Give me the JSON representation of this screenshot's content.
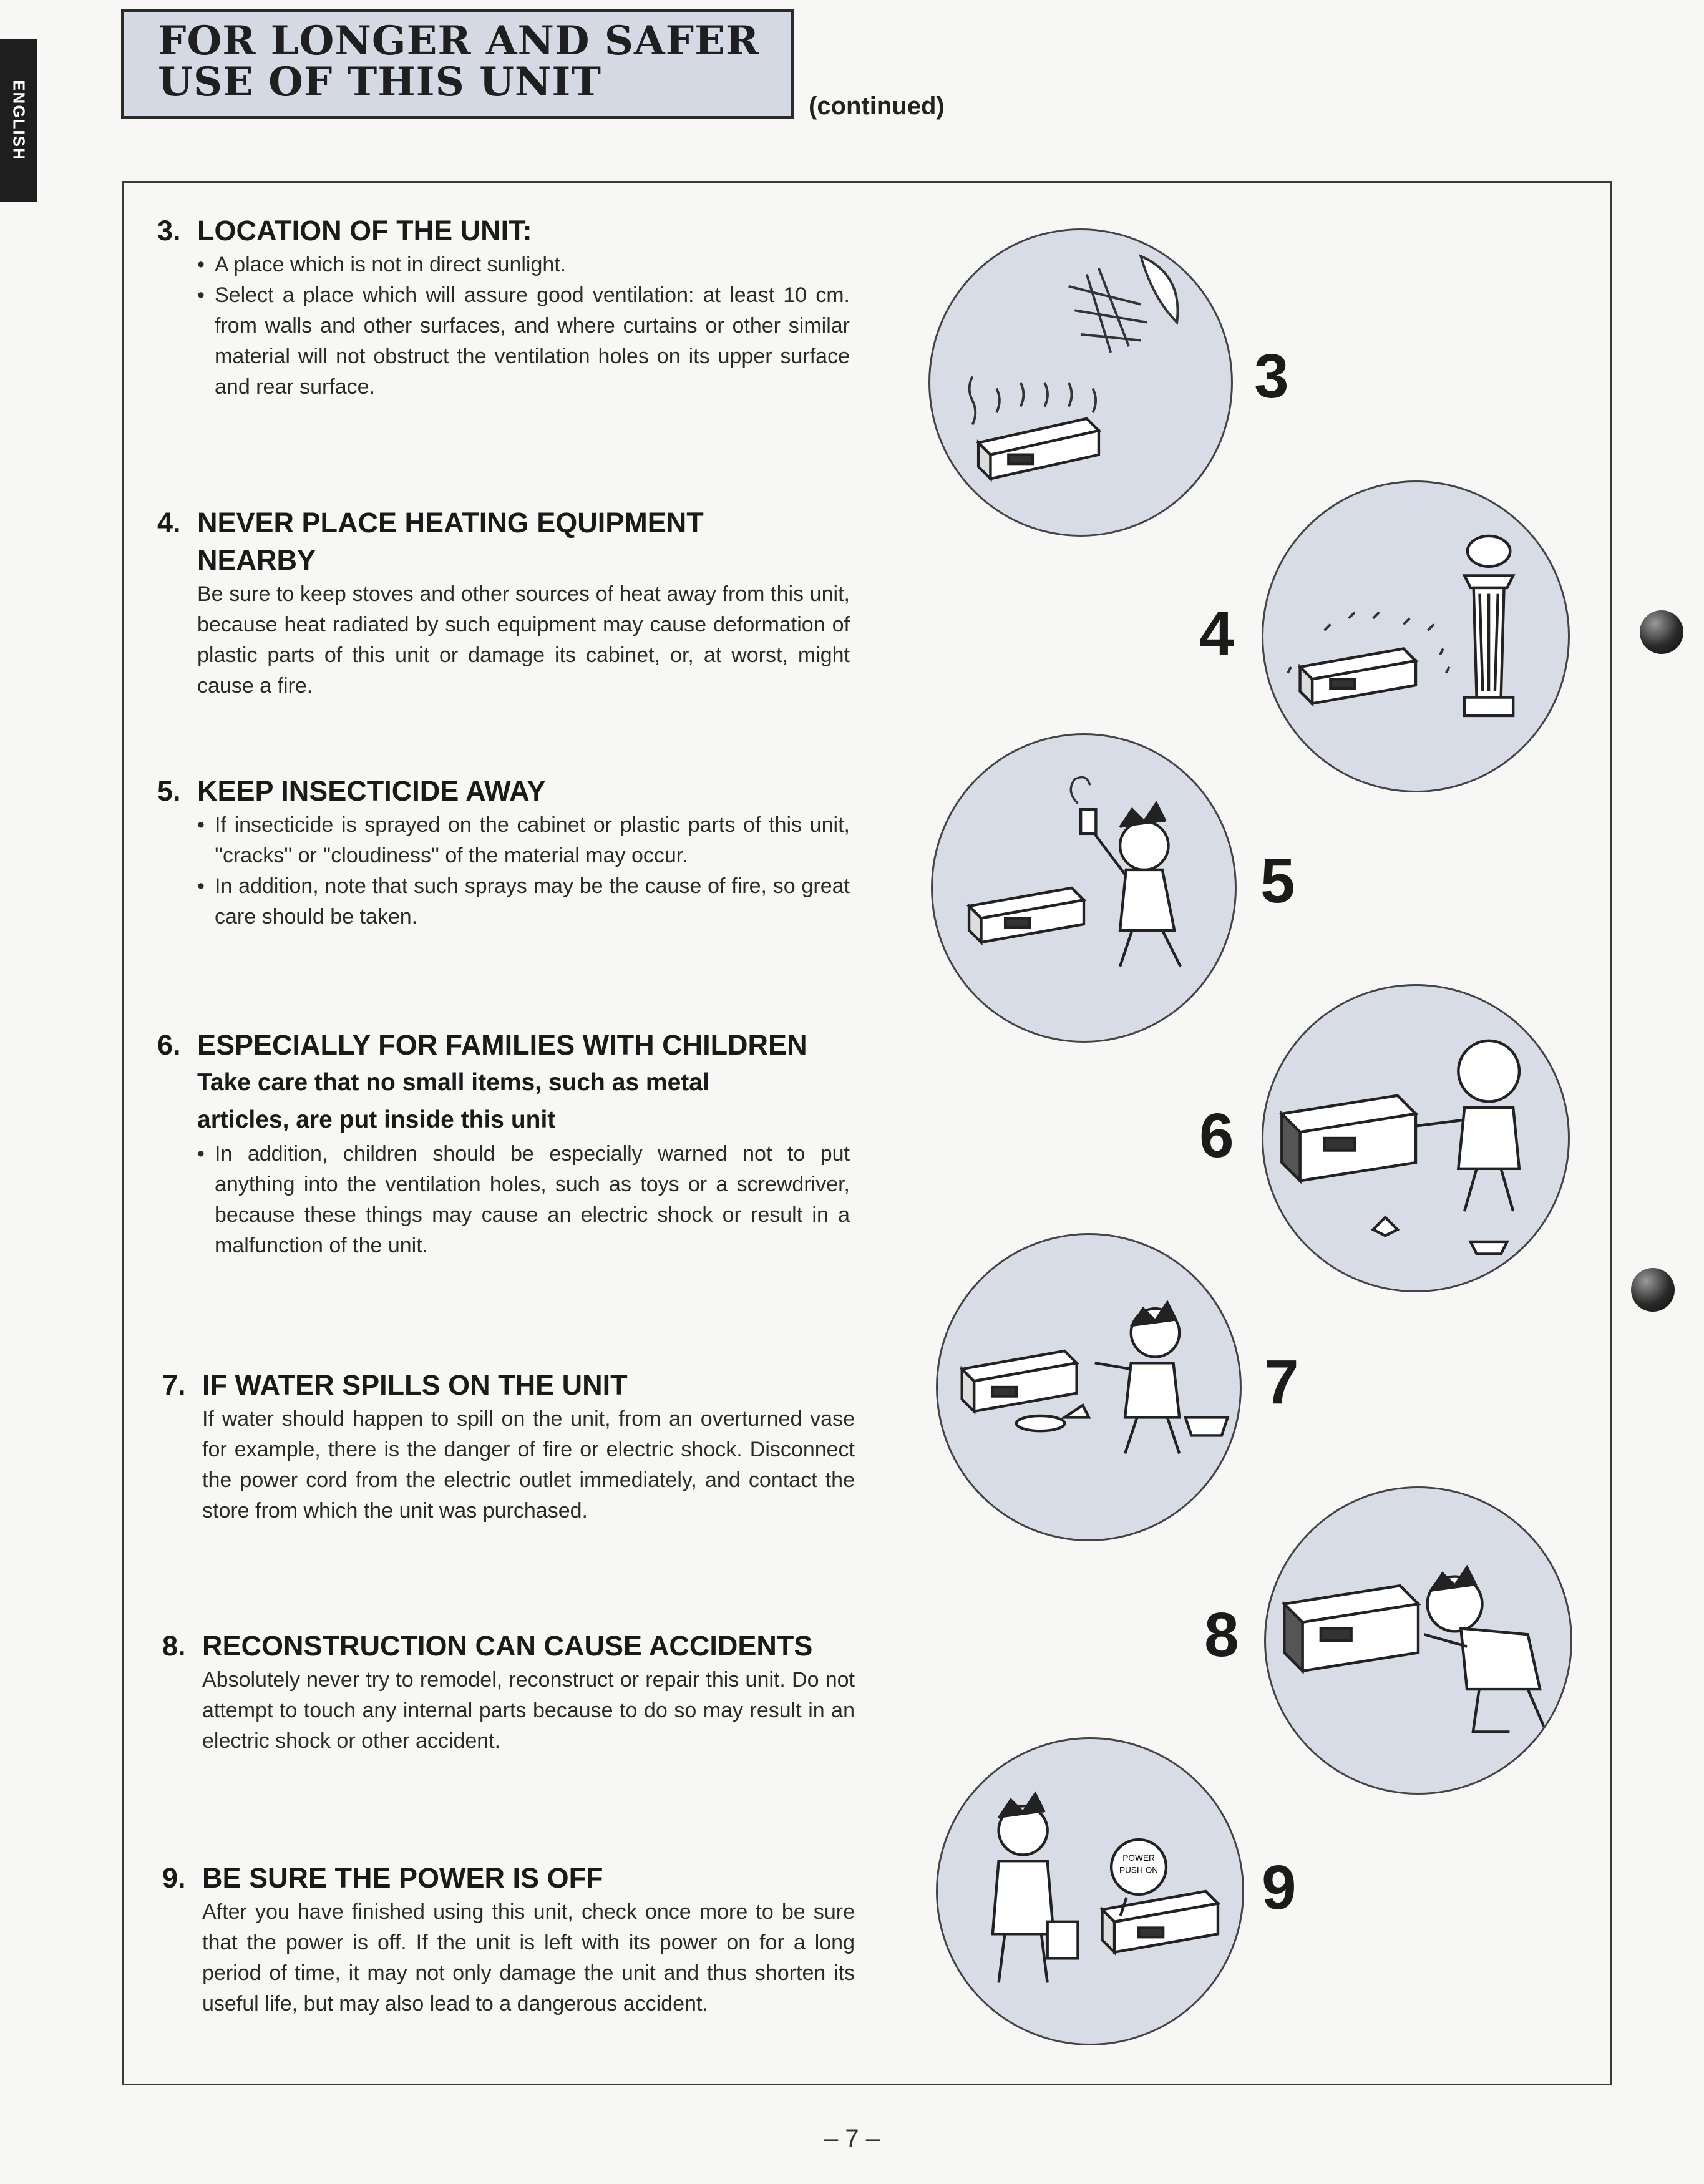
{
  "side_tab": "ENGLISH",
  "title": {
    "line1": "FOR LONGER AND SAFER",
    "line2": "USE OF THIS UNIT",
    "continued": "(continued)"
  },
  "sections": {
    "s3": {
      "num": "3.",
      "heading": "LOCATION OF THE UNIT:",
      "bullets": [
        "A place which is not in direct sunlight.",
        "Select a place which will assure good ventilation: at least 10 cm. from walls and other surfaces, and where curtains or other similar material will not obstruct the ventilation holes on its upper surface and rear surface."
      ]
    },
    "s4": {
      "num": "4.",
      "heading_line1": "NEVER PLACE HEATING EQUIPMENT",
      "heading_line2": "NEARBY",
      "body": "Be sure to keep stoves and other sources of heat away from this unit, because heat radiated by such equipment may cause deformation of plastic parts of this unit or damage its cabinet, or, at worst, might cause a fire."
    },
    "s5": {
      "num": "5.",
      "heading": "KEEP INSECTICIDE AWAY",
      "bullets": [
        "If insecticide is sprayed on the cabinet or plastic parts of this unit, ''cracks'' or ''cloudiness'' of the material may occur.",
        "In addition, note that such sprays may be the cause of fire, so great care should be taken."
      ]
    },
    "s6": {
      "num": "6.",
      "heading": "ESPECIALLY FOR FAMILIES WITH CHILDREN",
      "subheading_line1": "Take care that no small items, such as metal",
      "subheading_line2": "articles, are put inside this unit",
      "bullets": [
        "In addition, children should be especially warned not to put anything into the ventilation holes, such as toys or a screwdriver, because these things may cause an electric shock or result in a malfunction of the unit."
      ]
    },
    "s7": {
      "num": "7.",
      "heading": "IF WATER SPILLS ON THE UNIT",
      "body": "If water should happen to spill on the unit, from an overturned vase for example, there is the danger of fire or electric shock. Disconnect the power cord from the electric outlet immediately, and contact the store from which the unit was purchased."
    },
    "s8": {
      "num": "8.",
      "heading": "RECONSTRUCTION CAN CAUSE ACCIDENTS",
      "body": "Absolutely never try to remodel, reconstruct or repair this unit. Do not attempt to touch any internal parts because to do so may result in an electric shock or other accident."
    },
    "s9": {
      "num": "9.",
      "heading": "BE SURE THE POWER IS OFF",
      "body": "After you have finished using this unit, check once more to be sure that the power is off. If the unit is left with its power on for a long period of time, it may not only damage the unit and thus shorten its useful life, but may also lead to a dangerous accident."
    }
  },
  "illustrations": {
    "n3": "3",
    "n4": "4",
    "n5": "5",
    "n6": "6",
    "n7": "7",
    "n8": "8",
    "n9": "9",
    "power_knob_label_1": "POWER",
    "power_knob_label_2": "PUSH ON"
  },
  "page_number": "– 7 –"
}
